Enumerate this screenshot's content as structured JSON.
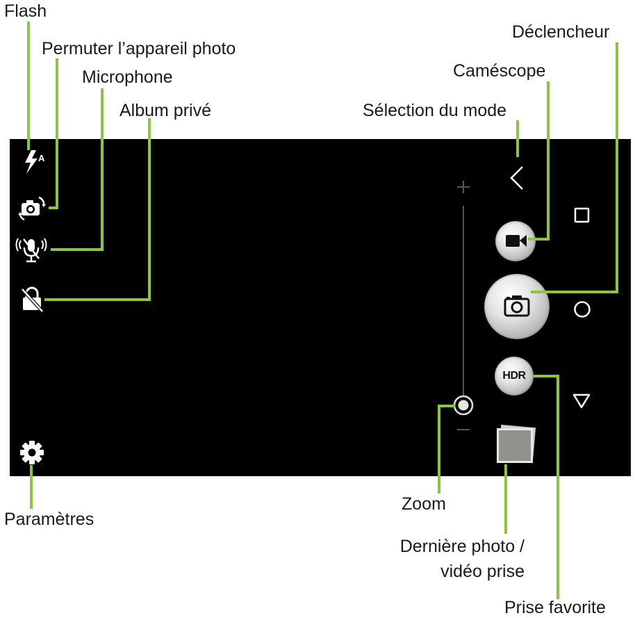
{
  "labels": {
    "flash": "Flash",
    "switch_camera": "Permuter l’appareil photo",
    "microphone": "Microphone",
    "private_album": "Album privé",
    "shutter": "Déclencheur",
    "camcorder": "Caméscope",
    "mode_select": "Sélection du mode",
    "zoom": "Zoom",
    "last_photo_line1": "Dernière photo /",
    "last_photo_line2": "vidéo prise",
    "favorite_shot": "Prise favorite",
    "settings": "Paramètres"
  },
  "controls": {
    "hdr_label": "HDR",
    "flash_mode": "A"
  },
  "zoom": {
    "level": 0.0
  },
  "colors": {
    "leader": "#8cc63f",
    "screen": "#000000",
    "icon": "#ffffff"
  },
  "icons": {
    "flash": "flash-auto-icon",
    "switch_camera": "camera-switch-icon",
    "microphone": "microphone-off-icon",
    "private_album": "lock-off-icon",
    "settings": "gear-icon",
    "mode_select": "chevron-left-icon",
    "camcorder": "video-camera-icon",
    "shutter": "camera-icon",
    "nav_recent": "square-icon",
    "nav_home": "circle-icon",
    "nav_back": "triangle-down-icon"
  }
}
